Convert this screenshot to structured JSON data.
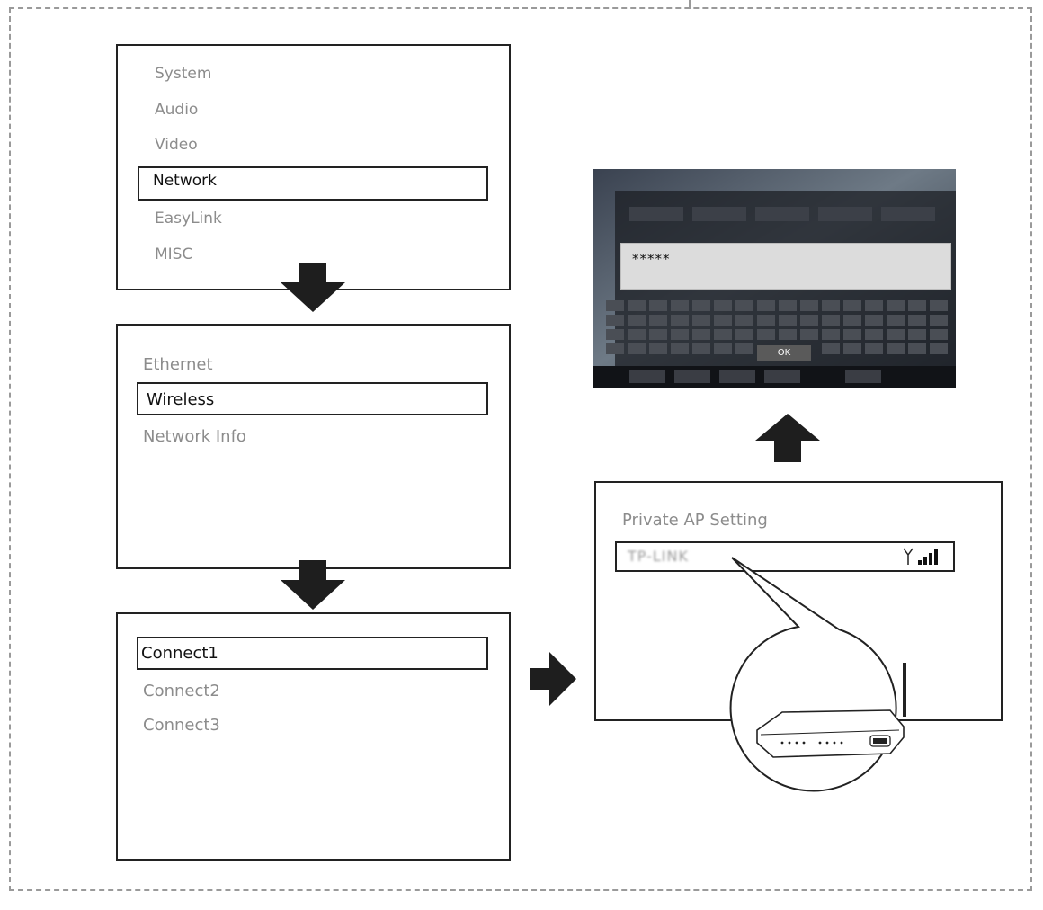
{
  "settings_menu": {
    "items": [
      {
        "label": "System",
        "selected": false
      },
      {
        "label": "Audio",
        "selected": false
      },
      {
        "label": "Video",
        "selected": false
      },
      {
        "label": "Network",
        "selected": true
      },
      {
        "label": "EasyLink",
        "selected": false
      },
      {
        "label": "MISC",
        "selected": false
      }
    ]
  },
  "network_menu": {
    "items": [
      {
        "label": "Ethernet",
        "selected": false
      },
      {
        "label": "Wireless",
        "selected": true
      },
      {
        "label": "Network Info",
        "selected": false
      }
    ]
  },
  "connect_menu": {
    "items": [
      {
        "label": "Connect1",
        "selected": true
      },
      {
        "label": "Connect2",
        "selected": false
      },
      {
        "label": "Connect3",
        "selected": false
      }
    ]
  },
  "password_screen": {
    "password_mask": "*****",
    "ok_key": "OK"
  },
  "ap_panel": {
    "title": "Private AP Setting",
    "network_name": "TP-LINK"
  },
  "icons": {
    "arrows": "arrow-down-icon, arrow-right-icon, arrow-up-icon",
    "signal": "signal-strength-icon",
    "router": "wireless-router-icon"
  }
}
